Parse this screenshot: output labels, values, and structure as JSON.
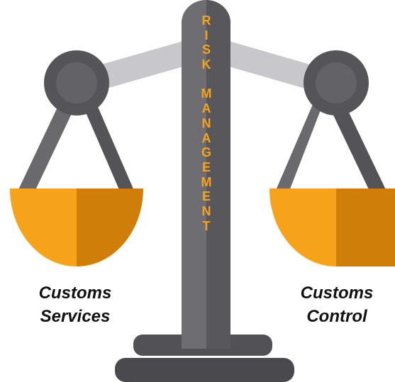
{
  "pillar": {
    "text": "RISK MANAGEMENT",
    "letters": [
      "R",
      "I",
      "S",
      "K",
      "",
      "M",
      "A",
      "N",
      "A",
      "G",
      "E",
      "M",
      "E",
      "N",
      "T"
    ]
  },
  "left_pan": {
    "label_line1": "Customs",
    "label_line2": "Services"
  },
  "right_pan": {
    "label_line1": "Customs",
    "label_line2": "Control"
  },
  "colors": {
    "pillar_light": "#6e6e72",
    "pillar_dark": "#58585c",
    "beam": "#c8c8cc",
    "pivot_outer": "#555559",
    "pivot_inner": "#636367",
    "rod_light": "#6a6a6e",
    "rod_dark": "#545458",
    "pan_light": "#f7a21b",
    "pan_dark": "#d07e0a",
    "letters": "#f7a21b",
    "base": "#525256"
  }
}
